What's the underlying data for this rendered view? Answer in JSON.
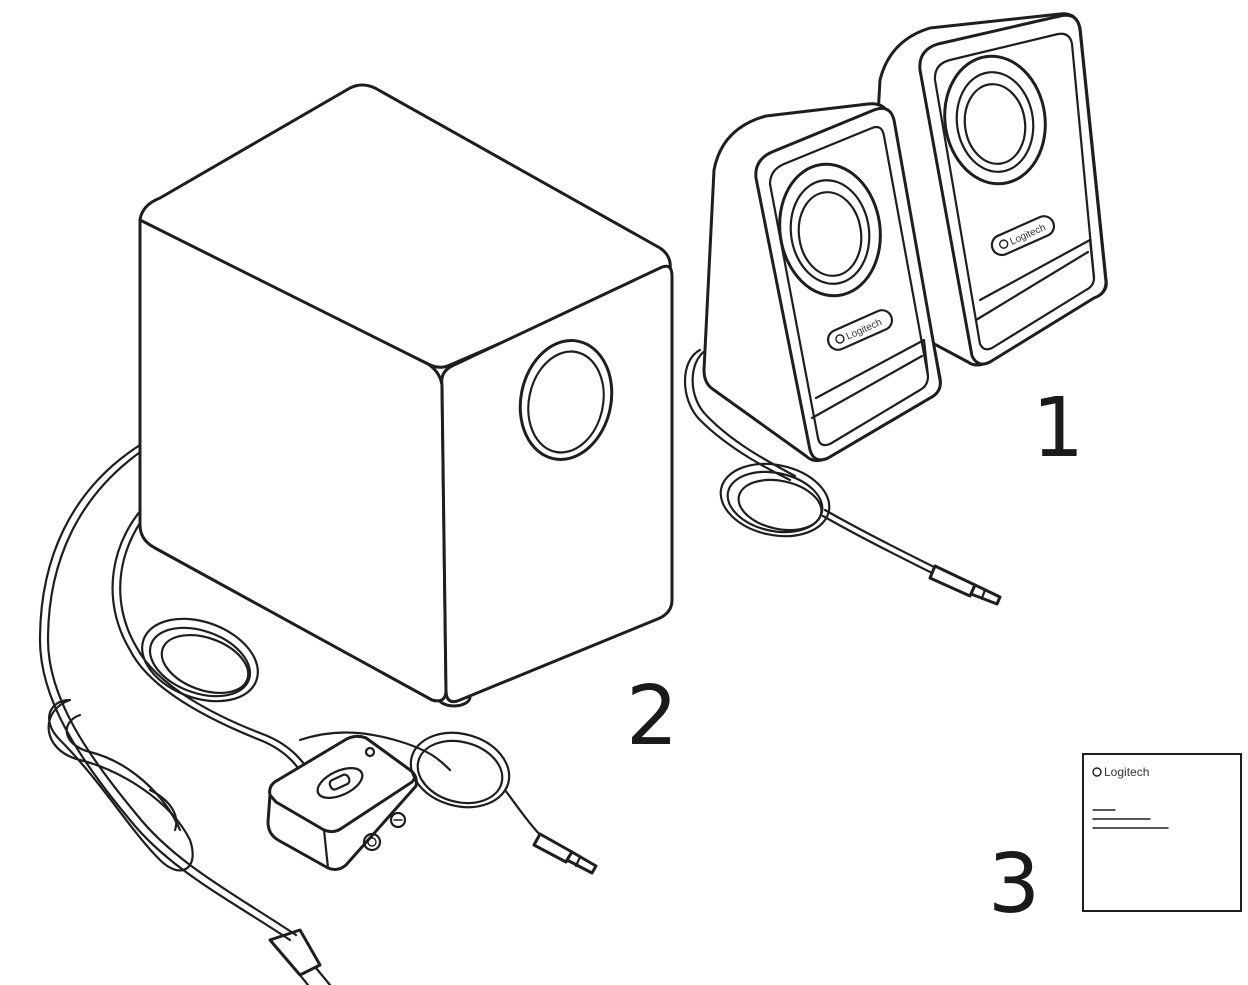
{
  "callouts": {
    "speakers": "1",
    "subwoofer": "2",
    "documentation": "3"
  },
  "branding": {
    "logo_text": "Logitech"
  },
  "document": {
    "title": "Logitech"
  },
  "colors": {
    "line": "#1e1e1e",
    "background": "#ffffff"
  }
}
